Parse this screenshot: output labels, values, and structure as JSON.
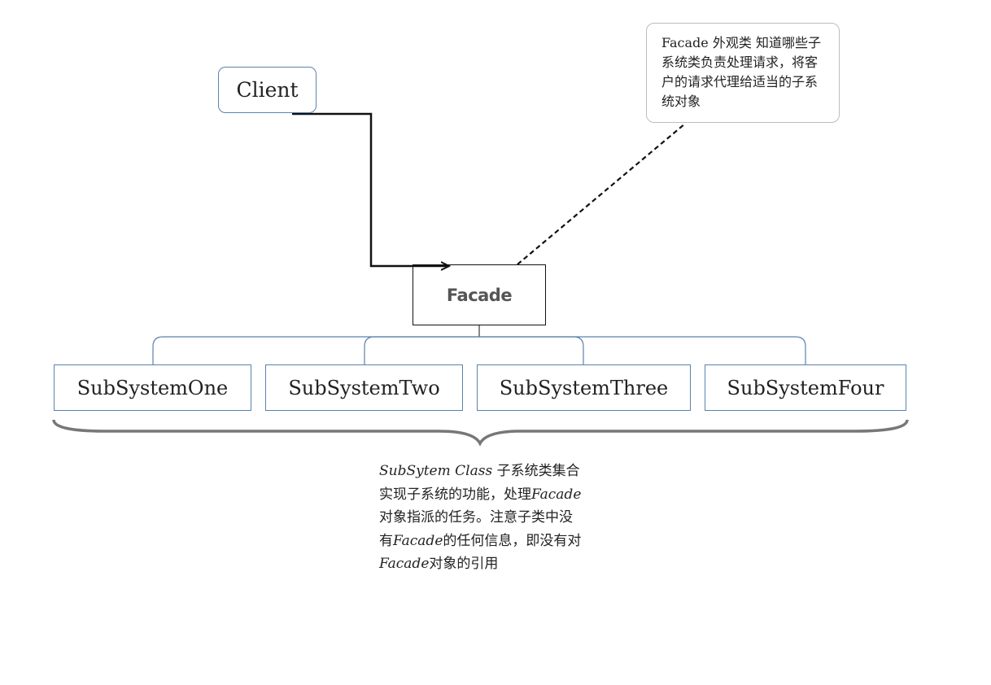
{
  "client": {
    "label": "Client"
  },
  "facade": {
    "label": "Facade"
  },
  "subsystems": [
    {
      "label": "SubSystemOne"
    },
    {
      "label": "SubSystemTwo"
    },
    {
      "label": "SubSystemThree"
    },
    {
      "label": "SubSystemFour"
    }
  ],
  "facade_note": {
    "text": "Facade 外观类 知道哪些子系统类负责处理请求，将客户的请求代理给适当的子系统对象"
  },
  "subsystem_note": {
    "p1_italic": "SubSytem Class",
    "p2": " 子系统类集合 实现子系统的功能，处理",
    "p3_italic": "Facade",
    "p4": "对象指派的任务。注意子类中没有",
    "p5_italic": "Facade",
    "p6": "的任何信息，即没有对",
    "p7_italic": "Facade",
    "p8": "对象的引用"
  },
  "colors": {
    "box_border_blue": "#5b82ad",
    "facade_text": "#555555",
    "brace": "#777777",
    "arrow": "#111111"
  }
}
